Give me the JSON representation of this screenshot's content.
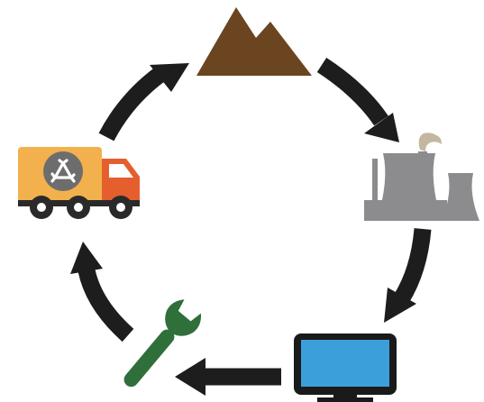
{
  "diagram": {
    "type": "cycle",
    "direction": "clockwise",
    "colors": {
      "arrow": "#1d1d1d",
      "mountain": "#6b4420",
      "factory": "#8c8c8e",
      "smoke": "#c3b79f",
      "monitor_frame": "#1a1a1a",
      "monitor_screen": "#3b9fd9",
      "wrench": "#2f6f3a",
      "truck_cargo": "#f2b14d",
      "truck_cab": "#e55f2e",
      "recycle_circle": "#6d6d6d",
      "wheel": "#2a2a2a",
      "background": "#ffffff"
    },
    "nodes": [
      {
        "id": "raw-material",
        "icon": "mountain-icon"
      },
      {
        "id": "manufacturing",
        "icon": "factory-icon"
      },
      {
        "id": "product",
        "icon": "monitor-icon"
      },
      {
        "id": "repair",
        "icon": "wrench-icon"
      },
      {
        "id": "recycling",
        "icon": "recycling-truck-icon"
      }
    ],
    "edges": [
      {
        "from": "raw-material",
        "to": "manufacturing"
      },
      {
        "from": "manufacturing",
        "to": "product"
      },
      {
        "from": "product",
        "to": "repair"
      },
      {
        "from": "repair",
        "to": "recycling"
      },
      {
        "from": "recycling",
        "to": "raw-material"
      }
    ]
  }
}
